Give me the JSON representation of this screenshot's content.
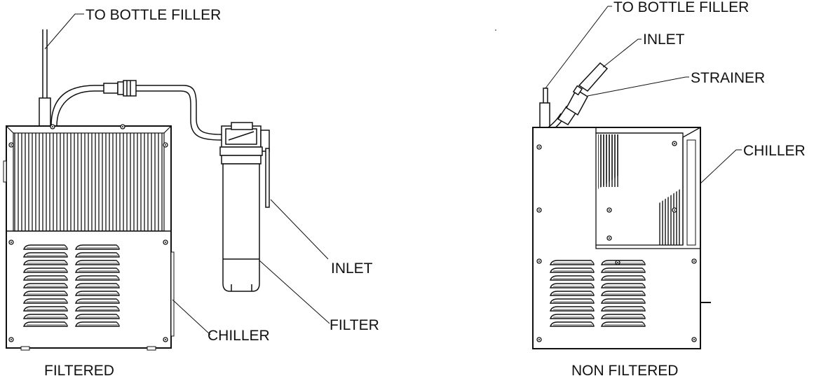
{
  "filtered": {
    "caption": "FILTERED",
    "labels": {
      "to_bottle_filler": "TO BOTTLE FILLER",
      "inlet": "INLET",
      "filter": "FILTER",
      "chiller": "CHILLER"
    }
  },
  "non_filtered": {
    "caption": "NON FILTERED",
    "labels": {
      "to_bottle_filler": "TO BOTTLE FILLER",
      "inlet": "INLET",
      "strainer": "STRAINER",
      "chiller": "CHILLER"
    }
  },
  "colors": {
    "line": "#111111",
    "background": "#ffffff"
  }
}
